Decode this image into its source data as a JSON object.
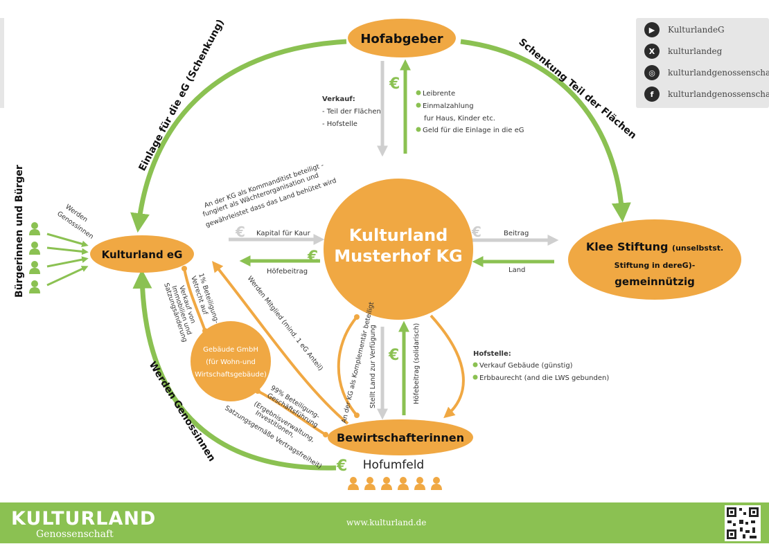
{
  "nodes": {
    "hofabgeber": "Hofabgeber",
    "kulturland_eg": "Kulturland eG",
    "kg_line1": "Kulturland",
    "kg_line2": "Musterhof KG",
    "klee_line1_main": "Klee Stiftung",
    "klee_line1_small": "(unselbstst.",
    "klee_line2": "Stiftung in dereG)-",
    "klee_line3": "gemeinnützig",
    "bewirtschafter": "Bewirtschafterinnen",
    "gebaeude_line1": "Gebäude GmbH",
    "gebaeude_line2": "(für Wohn-und",
    "gebaeude_line3": "Wirtschaftsgebäude)",
    "hofumfeld": "Hofumfeld"
  },
  "curves": {
    "einlage": "Einlage für die eG (Schenkung)",
    "schenkung": "Schenkung Teil der Flächen",
    "werden_genossinnen": "Werden Genossinnen",
    "buerger": "Bürgerinnen und Bürger"
  },
  "labels": {
    "werden_genossinnen_small_1": "Werden",
    "werden_genossinnen_small_2": "Genossinnen",
    "verkauf_title": "Verkauf:",
    "verkauf_1": "- Teil der Flächen",
    "verkauf_2": "- Hofstelle",
    "leibrente": "Leibrente",
    "einmalzahlung": "Einmalzahlung",
    "einmalzahlung_2": "fur Haus, Kinder etc.",
    "geld_einlage": "Geld für die Einlage in die eG",
    "kommanditist_1": "An der KG als Kommanditist beteiligt -",
    "kommanditist_2": "fungiert als Wächterorganisation und",
    "kommanditist_3": "gewährleistet dass das Land behütet wird",
    "kapital": "Kapital für Kaur",
    "hoefebeitrag": "Höfebeitrag",
    "beitrag": "Beitrag",
    "land": "Land",
    "beteiligung_1": "1% Beteiligung-",
    "beteiligung_2": "Vetrecht auf",
    "verkauf_von_1": "Verkauf von",
    "verkauf_von_2": "Immobilien und",
    "verkauf_von_3": "Satzungsänderung",
    "mitglied": "Werden Mitglied (mind. 1 eG Anteil)",
    "komplementaer": "An der KG als Komplementär beteiligt",
    "stellt_land": "Stellt Land zur Verfügung",
    "hoefebeitrag_solid": "Höfebeitrag (solidarisch)",
    "hofstelle_title": "Hofstelle:",
    "hofstelle_1": "Verkauf Gebäude (günstig)",
    "hofstelle_2": "Erbbaurecht (and die LWS gebunden)",
    "gmbh_1": "99% Beteiligung-",
    "gmbh_2": "Geschäftsführung",
    "gmbh_3": "(Ergebnisverwaltung,",
    "gmbh_4": "Investitionen,",
    "gmbh_5": "Satzungsgemäße Vertragsfreiheit)",
    "euro": "€"
  },
  "social": [
    {
      "icon": "youtube-icon",
      "glyph": "▶",
      "text": "KulturlandeG"
    },
    {
      "icon": "x-icon",
      "glyph": "X",
      "text": "kulturlandeg"
    },
    {
      "icon": "instagram-icon",
      "glyph": "◎",
      "text": "kulturlandgenossenschaft"
    },
    {
      "icon": "facebook-icon",
      "glyph": "f",
      "text": "kulturlandgenossenschaft"
    }
  ],
  "footer": {
    "logo": "KULTURLAND",
    "logo_sub": "Genossenschaft",
    "url": "www.kulturland.de"
  },
  "colors": {
    "orange": "#f0a843",
    "green": "#8bc152",
    "gray": "#cfcfcf"
  }
}
